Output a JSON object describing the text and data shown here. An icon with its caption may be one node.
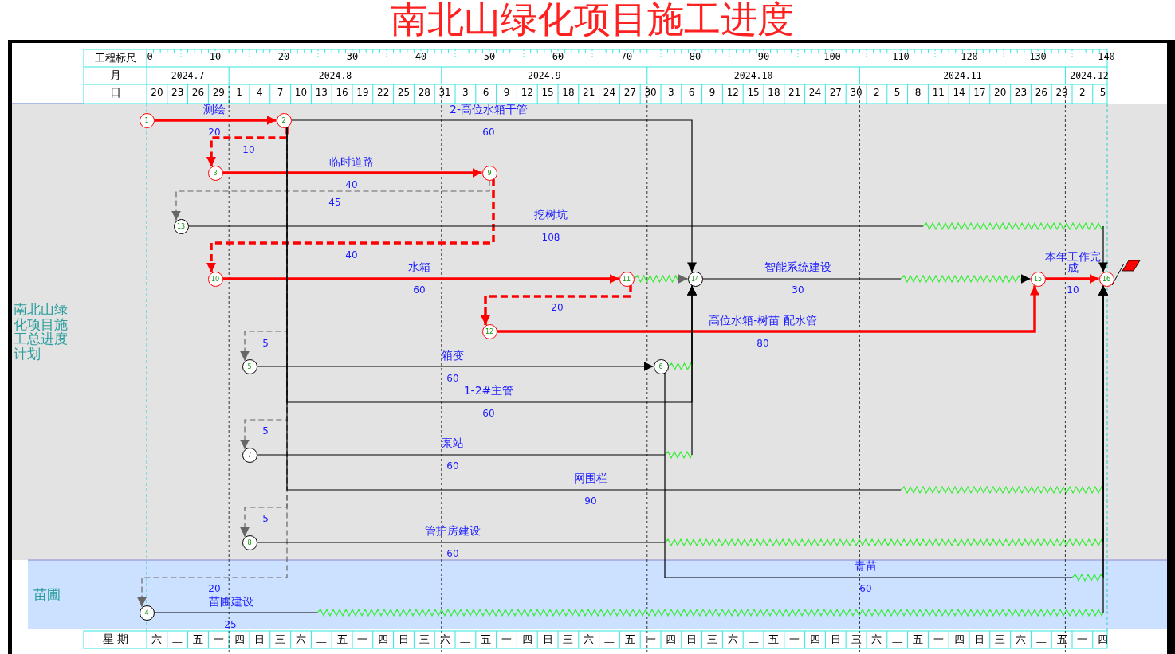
{
  "diagram": {
    "title": "南北山绿化项目施工进度",
    "nodes": [
      {
        "text": [
          "1"
        ]
      },
      {
        "text": [
          "2"
        ]
      },
      {
        "text": [
          "3"
        ]
      },
      {
        "text": [
          "4"
        ]
      },
      {
        "text": [
          "5"
        ]
      },
      {
        "text": [
          "6"
        ]
      },
      {
        "text": [
          "7"
        ]
      },
      {
        "text": [
          "8"
        ]
      },
      {
        "text": [
          "9"
        ]
      },
      {
        "text": [
          "10"
        ]
      },
      {
        "text": [
          "11"
        ]
      },
      {
        "text": [
          "12"
        ]
      },
      {
        "text": [
          "13"
        ]
      },
      {
        "text": [
          "14"
        ]
      },
      {
        "text": [
          "15"
        ]
      },
      {
        "text": [
          "16"
        ]
      }
    ],
    "edges": [
      {
        "from": 0,
        "to": 1,
        "arrow": "to",
        "label": "测绘",
        "style": "thick",
        "color": "#ff0000"
      },
      {
        "from": 1,
        "to": 2,
        "arrow": "to",
        "style": "dashed",
        "color": "#ff0000"
      },
      {
        "from": 1,
        "to": 13,
        "arrow": "to",
        "label": "2-高位水箱干管",
        "color": "#000000"
      },
      {
        "from": 2,
        "to": 8,
        "arrow": "to",
        "label": "临时道路",
        "style": "thick",
        "color": "#ff0000"
      },
      {
        "from": 8,
        "to": 12,
        "arrow": "to",
        "style": "dashed",
        "color": "#666666"
      },
      {
        "from": 8,
        "to": 9,
        "arrow": "to",
        "style": "dashed",
        "color": "#ff0000"
      },
      {
        "from": 12,
        "to": 15,
        "arrow": "to",
        "label": "挖树坑",
        "color": "#000000"
      },
      {
        "from": 9,
        "to": 10,
        "arrow": "to",
        "label": "水箱",
        "style": "thick",
        "color": "#ff0000"
      },
      {
        "from": 10,
        "to": 13,
        "arrow": "to",
        "color": "#33ee33"
      },
      {
        "from": 10,
        "to": 11,
        "arrow": "to",
        "style": "dashed",
        "color": "#ff0000"
      },
      {
        "from": 13,
        "to": 14,
        "arrow": "to",
        "label": "智能系统建设",
        "color": "#33ee33"
      },
      {
        "from": 14,
        "to": 15,
        "arrow": "to",
        "label": "本年工作完成",
        "style": "thick",
        "color": "#ff0000"
      },
      {
        "from": 11,
        "to": 14,
        "arrow": "to",
        "label": "高位水箱-树苗 配水管",
        "style": "thick",
        "color": "#ff0000"
      },
      {
        "from": 1,
        "to": 4,
        "arrow": "to",
        "style": "dashed",
        "color": "#666666"
      },
      {
        "from": 4,
        "to": 5,
        "arrow": "to",
        "label": "箱变",
        "color": "#000000"
      },
      {
        "from": 1,
        "to": 13,
        "arrow": "to",
        "label": "1-2#主管",
        "color": "#000000"
      },
      {
        "from": 1,
        "to": 6,
        "arrow": "to",
        "style": "dashed",
        "color": "#666666"
      },
      {
        "from": 6,
        "to": 13,
        "arrow": "to",
        "label": "泵站",
        "color": "#000000"
      },
      {
        "from": 1,
        "to": 15,
        "arrow": "to",
        "label": "网围栏",
        "color": "#000000"
      },
      {
        "from": 1,
        "to": 7,
        "arrow": "to",
        "style": "dashed",
        "color": "#666666"
      },
      {
        "from": 7,
        "to": 15,
        "arrow": "to",
        "label": "管护房建设",
        "color": "#33ee33"
      },
      {
        "from": 1,
        "to": 3,
        "arrow": "to",
        "style": "dashed",
        "color": "#666666"
      },
      {
        "from": 3,
        "to": 15,
        "arrow": "to",
        "label": "苗圃建设",
        "color": "#33ee33"
      },
      {
        "from": 5,
        "to": 15,
        "arrow": "to",
        "label": "青苗",
        "color": "#000000"
      },
      {
        "from": 5,
        "to": 13,
        "arrow": "to",
        "color": "#000000"
      }
    ],
    "labels": [
      "工程标尺",
      "0",
      "10",
      "20",
      "30",
      "40",
      "50",
      "60",
      "70",
      "80",
      "90",
      "100",
      "110",
      "120",
      "130",
      "140",
      "月",
      "2024.7",
      "2024.8",
      "2024.9",
      "2024.10",
      "2024.11",
      "2024.12",
      "日",
      "20",
      "23",
      "26",
      "29",
      "1",
      "4",
      "7",
      "10",
      "13",
      "16",
      "19",
      "22",
      "25",
      "28",
      "31",
      "3",
      "6",
      "9",
      "12",
      "15",
      "18",
      "21",
      "24",
      "27",
      "30",
      "3",
      "6",
      "9",
      "12",
      "15",
      "18",
      "21",
      "24",
      "27",
      "30",
      "2",
      "5",
      "8",
      "11",
      "14",
      "17",
      "20",
      "23",
      "26",
      "29",
      "2",
      "5",
      "南北山绿化项目施工总进度计划",
      "苗圃",
      "20",
      "10",
      "60",
      "40",
      "45",
      "40",
      "108",
      "60",
      "20",
      "30",
      "10",
      "5",
      "80",
      "60",
      "60",
      "5",
      "60",
      "90",
      "5",
      "60",
      "20",
      "25",
      "60",
      "星 期",
      "六",
      "二",
      "五",
      "一",
      "四",
      "日",
      "三",
      "六",
      "二",
      "五",
      "一",
      "四",
      "日",
      "三",
      "六",
      "二",
      "五",
      "一",
      "四",
      "日",
      "三",
      "六",
      "二",
      "五",
      "一",
      "四",
      "日",
      "三",
      "六",
      "二",
      "五",
      "一",
      "四",
      "日",
      "三",
      "六",
      "二",
      "五",
      "一",
      "四",
      "日",
      "三",
      "六",
      "二",
      "五",
      "一",
      "四"
    ]
  }
}
